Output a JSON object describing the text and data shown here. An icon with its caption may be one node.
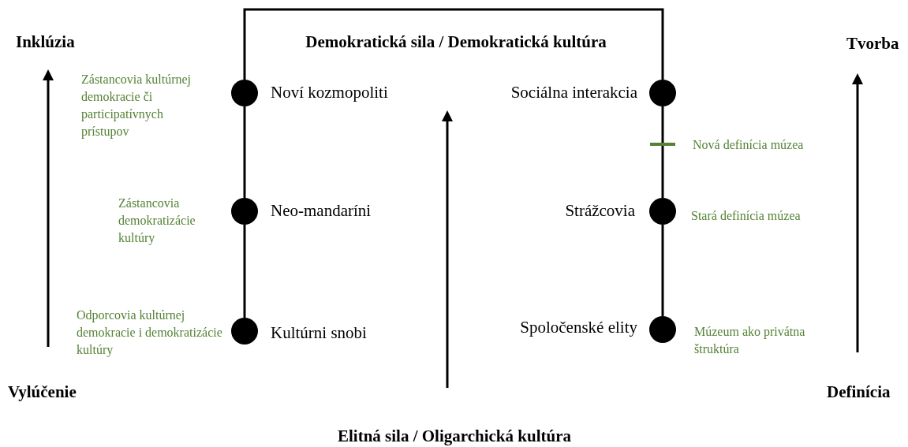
{
  "diagram": {
    "nodes": [
      {
        "text": [],
        "shape": "circle",
        "beside": [
          "Zástancovia kultúrnej demokracie či participatívnych prístupov",
          "Noví kozmopoliti"
        ]
      },
      {
        "text": [],
        "shape": "circle",
        "beside": [
          "Sociálna interakcia"
        ]
      },
      {
        "text": [],
        "shape": "bar",
        "beside": [
          "Nová definícia múzea"
        ]
      },
      {
        "text": [],
        "shape": "circle",
        "beside": [
          "Zástancovia demokratizácie kultúry",
          "Neo-mandaríni"
        ]
      },
      {
        "text": [],
        "shape": "circle",
        "beside": [
          "Strážcovia",
          "Stará definícia múzea"
        ]
      },
      {
        "text": [],
        "shape": "circle",
        "beside": [
          "Odporcovia kultúrnej demokracie i demokratizácie kultúry",
          "Kultúrni snobi"
        ]
      },
      {
        "text": [],
        "shape": "circle",
        "beside": [
          "Spoločenské elity",
          "Múzeum ako privátna štruktúra"
        ]
      }
    ],
    "edges": [
      {
        "from": 0,
        "to": 3,
        "arrow": "none"
      },
      {
        "from": 3,
        "to": 5,
        "arrow": "none"
      },
      {
        "from": 0,
        "to": 1,
        "arrow": "none"
      },
      {
        "from": 1,
        "to": 2,
        "arrow": "none"
      },
      {
        "from": 2,
        "to": 4,
        "arrow": "none"
      },
      {
        "from": 4,
        "to": 6,
        "arrow": "none"
      }
    ],
    "labels": [
      "Inklúzia",
      "Demokratická sila / Demokratická kultúra",
      "Tvorba",
      "Vylúčenie",
      "Definícia",
      "Elitná sila / Oligarchická kultúra"
    ]
  }
}
